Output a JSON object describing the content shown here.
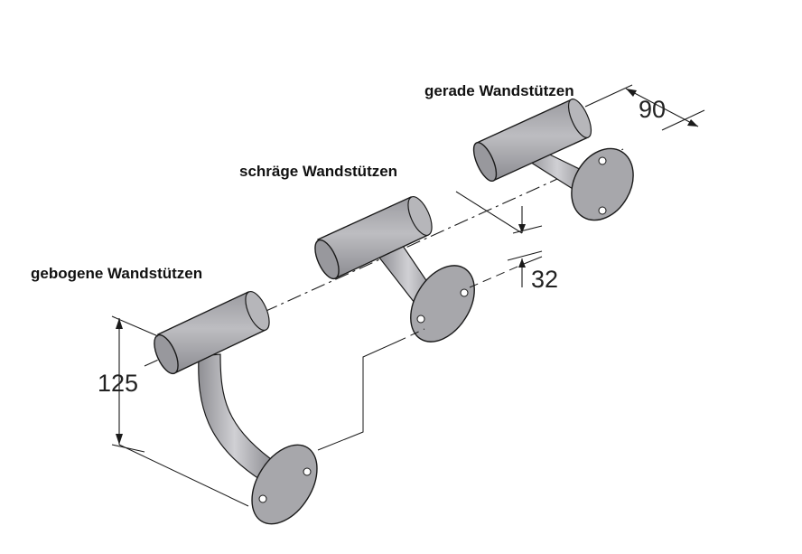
{
  "labels": {
    "straight": "gerade Wandstützen",
    "inclined": "schräge Wandstützen",
    "curved": "gebogene Wandstützen"
  },
  "dimensions": {
    "width": "90",
    "offset": "32",
    "height": "125"
  },
  "colors": {
    "metal": "#a9a9ad",
    "metal_dark": "#8e8e93",
    "metal_light": "#c9c9cd",
    "line": "#1a1a1a"
  }
}
